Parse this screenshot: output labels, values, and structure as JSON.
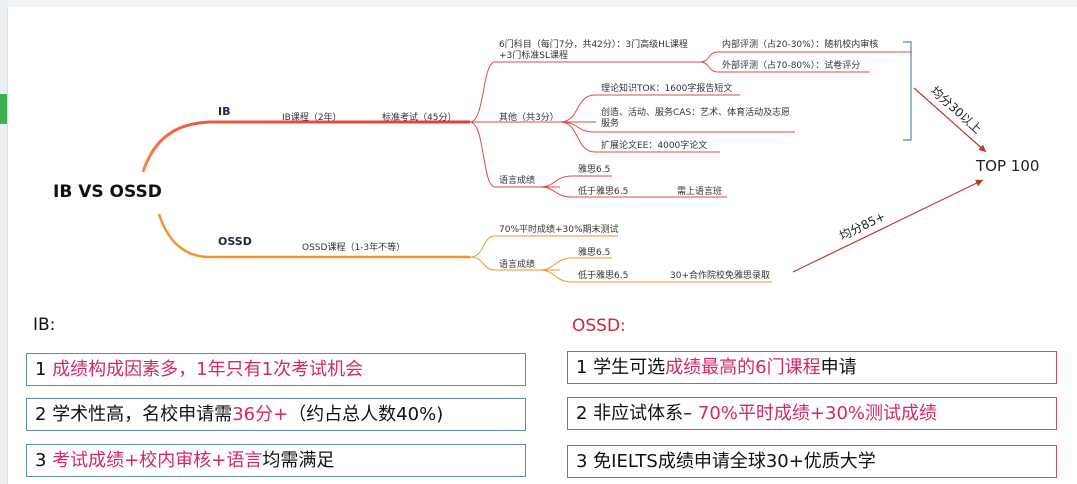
{
  "mindmap": {
    "root": "IB VS OSSD",
    "ib": {
      "label": "IB",
      "course": "IB课程（2年）",
      "exam": "标准考试（45分）",
      "subjects": "6门科目（每门7分，共42分）：3门高级HL课程+3门标准SL课程",
      "internal": "内部评测（占20-30%）：随机校内审核",
      "external": "外部评测（占70-80%）：试卷评分",
      "other": "其他（共3分）",
      "tok": "理论知识TOK：1600字报告短文",
      "cas": "创造、活动、服务CAS：艺术、体育活动及志愿服务",
      "ee": "扩展论文EE：4000字论文",
      "language": "语言成绩",
      "ielts65": "雅思6.5",
      "below65": "低于雅思6.5",
      "need_class": "需上语言班"
    },
    "ossd": {
      "label": "OSSD",
      "course": "OSSD课程（1-3年不等）",
      "grading": "70%平时成绩+30%期末测试",
      "language": "语言成绩",
      "ielts65": "雅思6.5",
      "below65": "低于雅思6.5",
      "waiver": "30+合作院校免雅思录取"
    },
    "ib_avg": "均分30以上",
    "ossd_avg": "均分85+",
    "target": "TOP 100"
  },
  "ib_section": {
    "heading": "IB:",
    "points": [
      [
        "1 ",
        "成绩构成因素多，1年只有1次考试机会",
        ""
      ],
      [
        "2 学术性高，名校申请需",
        "36分+",
        "（约占总人数40%)"
      ],
      [
        "3 ",
        "考试成绩+校内审核+语言",
        "均需满足"
      ]
    ]
  },
  "ossd_section": {
    "heading": "OSSD:",
    "points": [
      [
        "1 学生可选",
        "成绩最高的6门课程",
        "申请"
      ],
      [
        "2 非应试体系– ",
        "70%平时成绩+30%测试成绩",
        ""
      ],
      [
        "3 免IELTS成绩申请全球30+优质大学",
        "",
        ""
      ]
    ]
  },
  "colors": {
    "ib_branch": "#e23a3a",
    "ossd_branch": "#f0962e",
    "highlight": "#d5266b",
    "ib_box_border": "#5f86b3",
    "ossd_box_border": "#c65858"
  }
}
